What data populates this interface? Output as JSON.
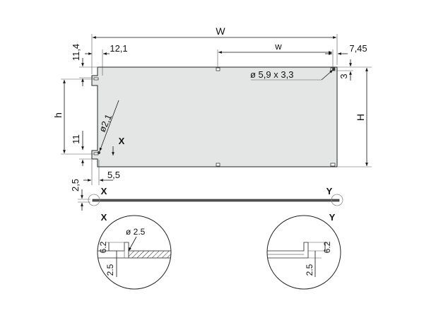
{
  "labels": {
    "W": "W",
    "w": "w",
    "h": "h",
    "H": "H",
    "d_12_1": "12,1",
    "d_7_45": "7,45",
    "d_11_4": "11,4",
    "d_3": "3",
    "d_11": "11",
    "d_5_5": "5,5",
    "d_2_5_side": "2,5",
    "slot": "ø 5,9 x 3,3",
    "hole": "ø2,1",
    "x_marker": "X",
    "x_label": "X",
    "y_label": "Y",
    "detail_x_title": "X",
    "detail_y_title": "Y",
    "detail_x_hole": "ø 2.5",
    "detail_x_6_2": "6.2",
    "detail_x_2_5": "2.5",
    "detail_y_6_2": "6.2",
    "detail_y_2_5": "2.5"
  },
  "colors": {
    "panel_fill": "#e4e6e6",
    "line": "#111111"
  }
}
